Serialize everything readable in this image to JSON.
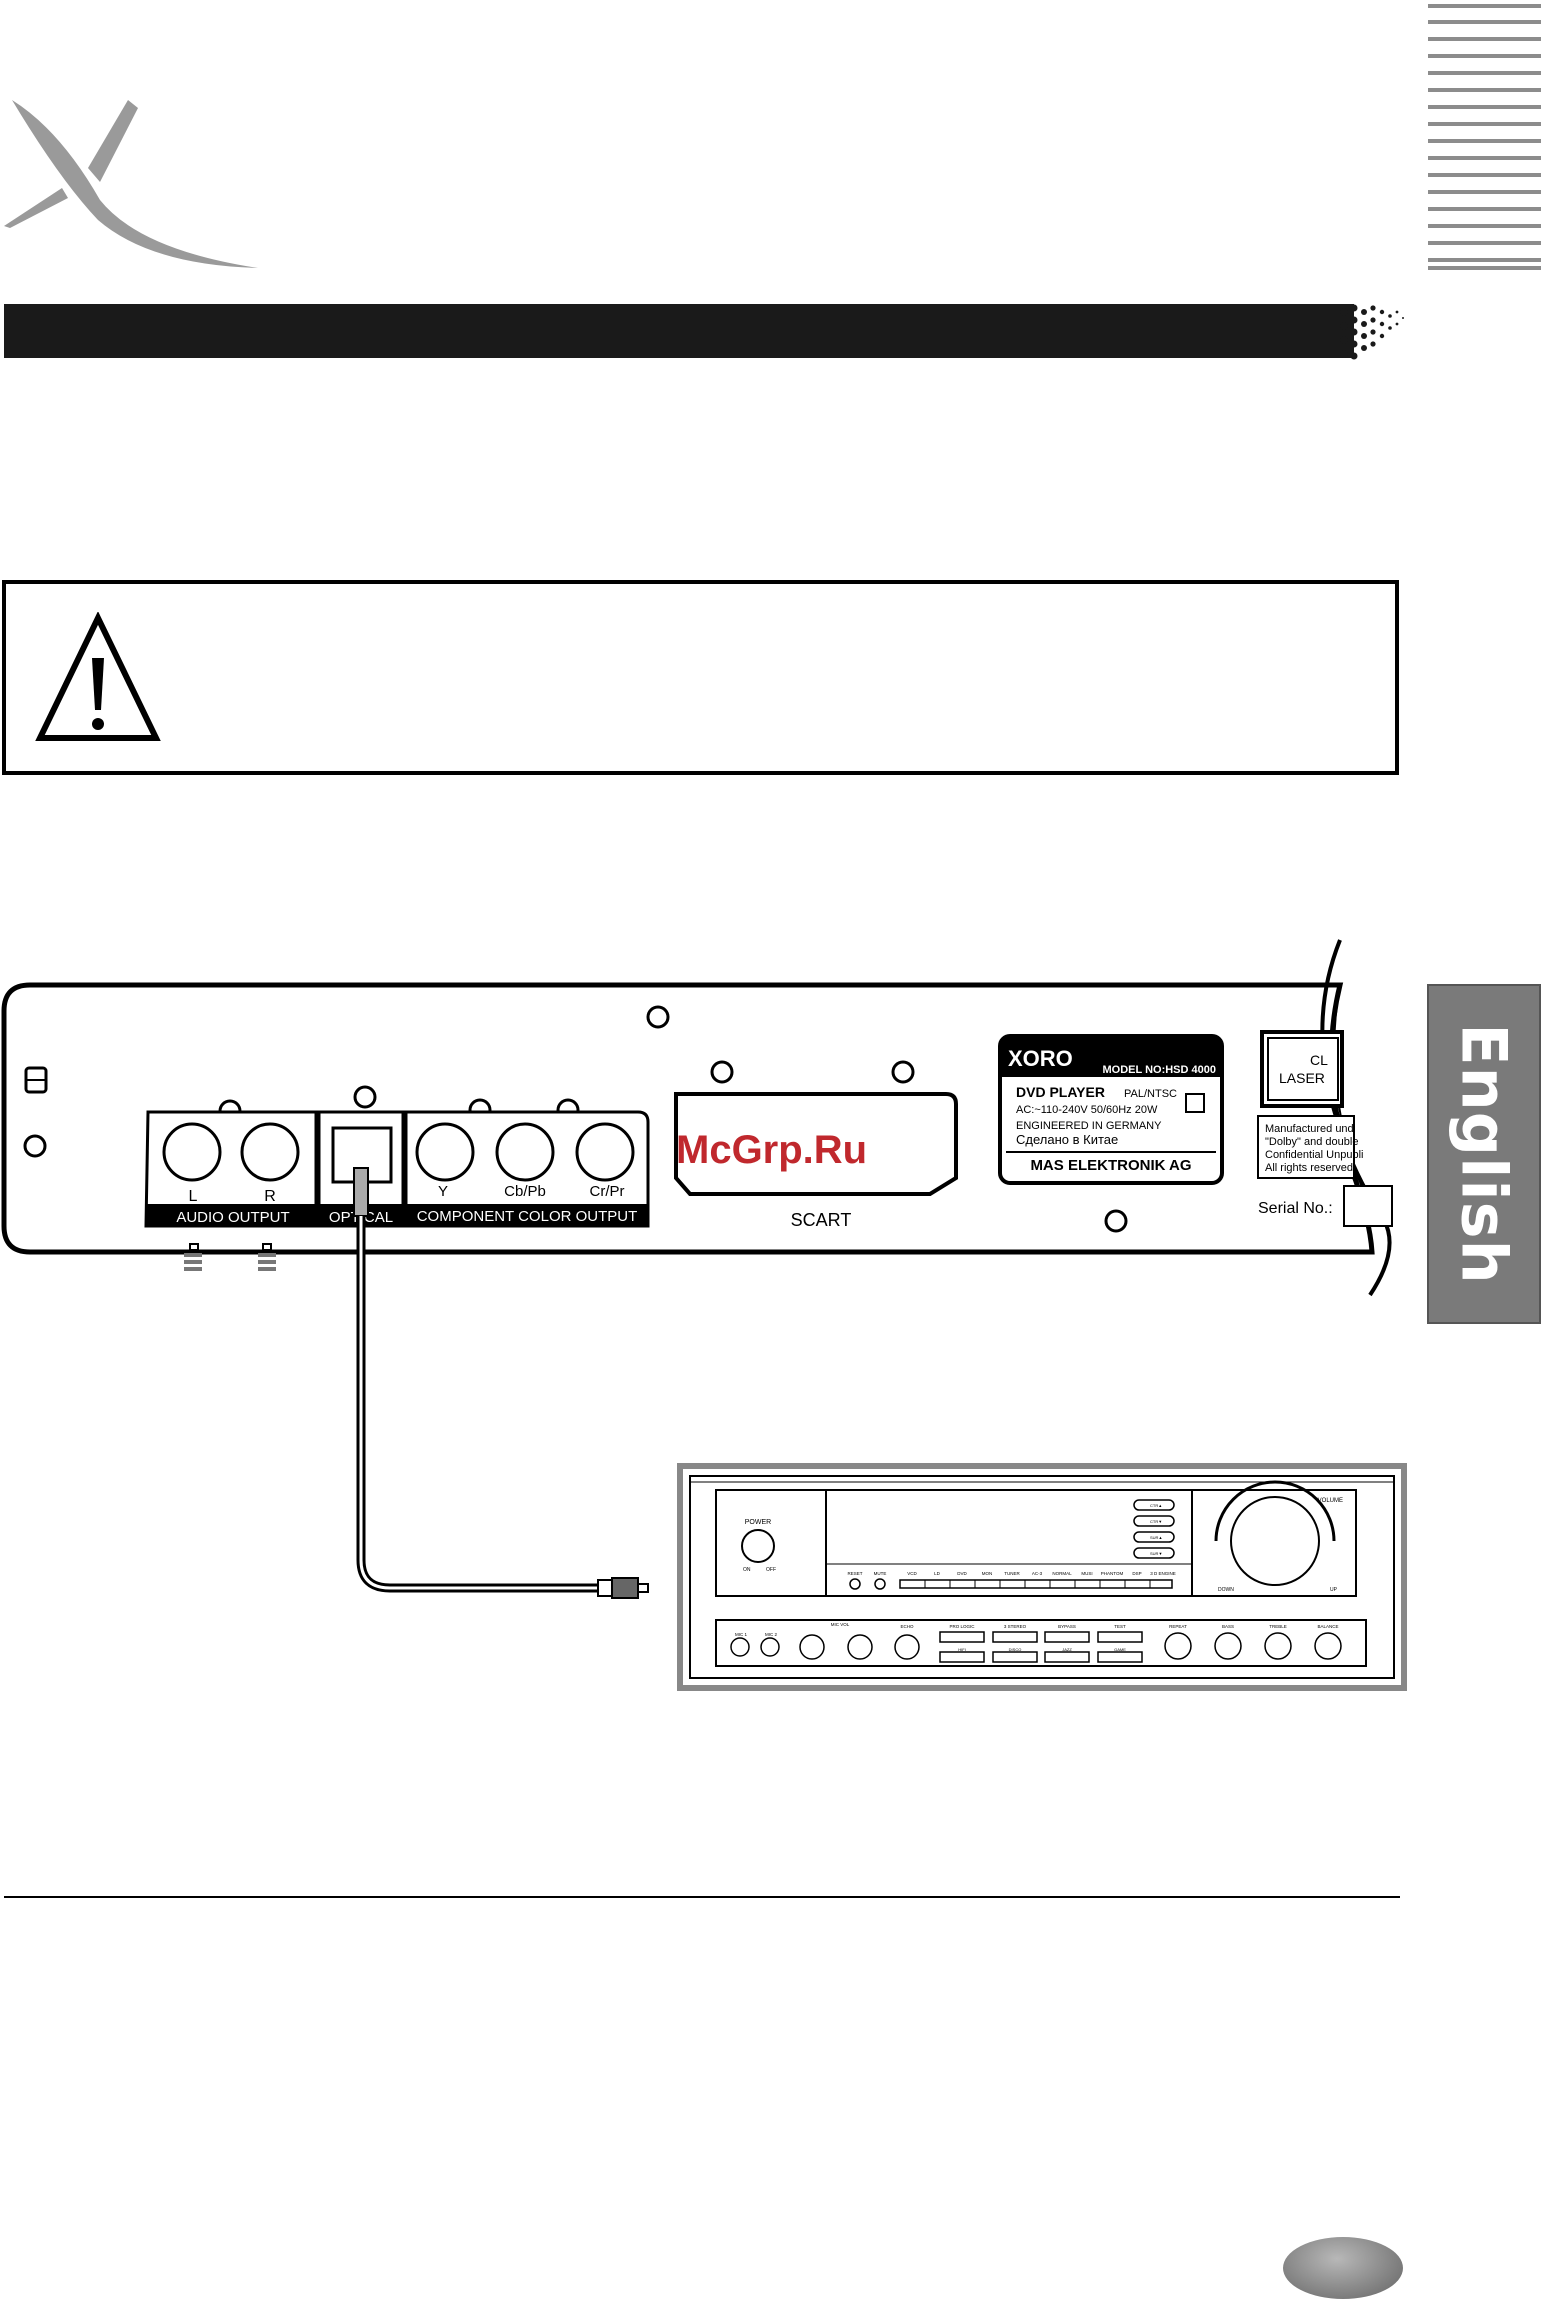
{
  "page": {
    "side_tab": "English",
    "watermark": "McGrp.Ru"
  },
  "player_panel": {
    "audio_output": {
      "label": "AUDIO OUTPUT",
      "left": "L",
      "right": "R"
    },
    "optical": "OPTICAL",
    "component": {
      "label": "COMPONENT COLOR OUTPUT",
      "y": "Y",
      "cb": "Cb/Pb",
      "cr": "Cr/Pr"
    },
    "scart": "SCART",
    "serial": "Serial No.:",
    "rating_label": {
      "brand": "XORO",
      "model": "MODEL NO:HSD 4000",
      "product": "DVD PLAYER",
      "system": "PAL/NTSC",
      "power": "AC:~110-240V 50/60Hz 20W",
      "engineered": "ENGINEERED IN GERMANY",
      "made_in": "Сделано в Китае",
      "company": "MAS ELEKTRONIK AG"
    },
    "laser_label": {
      "line1": "CL",
      "line2": "LASER"
    },
    "dolby_label": {
      "line1": "Manufactured und",
      "line2": "\"Dolby\" and double",
      "line3": "Confidential Unpubli",
      "line4": "All rights reserved."
    }
  },
  "receiver": {
    "power": "POWER",
    "on": "ON",
    "off": "OFF",
    "volume": "VOLUME",
    "down": "DOWN",
    "up": "UP",
    "top_buttons": [
      "RESET",
      "MUTE",
      "VCD",
      "LD",
      "DVD",
      "MON",
      "TUNER",
      "AC-3",
      "NORMAL",
      "MUSI",
      "PHANTOM",
      "DSP",
      "3 D ENGINE"
    ],
    "ch_buttons": [
      "CTR▲",
      "CTR▼",
      "SUR▲",
      "SUR▼"
    ],
    "lower": {
      "mic1": "MIC 1",
      "mic2": "MIC 2",
      "mic_vol": "MIC VOL",
      "echo": "ECHO",
      "pro_logic": "PRO LOGIC",
      "stereo": "3 STEREO",
      "bypass": "BYPASS",
      "test": "TEST",
      "hifi": "HIFI",
      "disco": "DISCO",
      "jazz": "JAZZ",
      "game": "GAME",
      "repeat": "REPEAT",
      "bass": "BASS",
      "treble": "TREBLE",
      "balance": "BALANCE"
    }
  }
}
